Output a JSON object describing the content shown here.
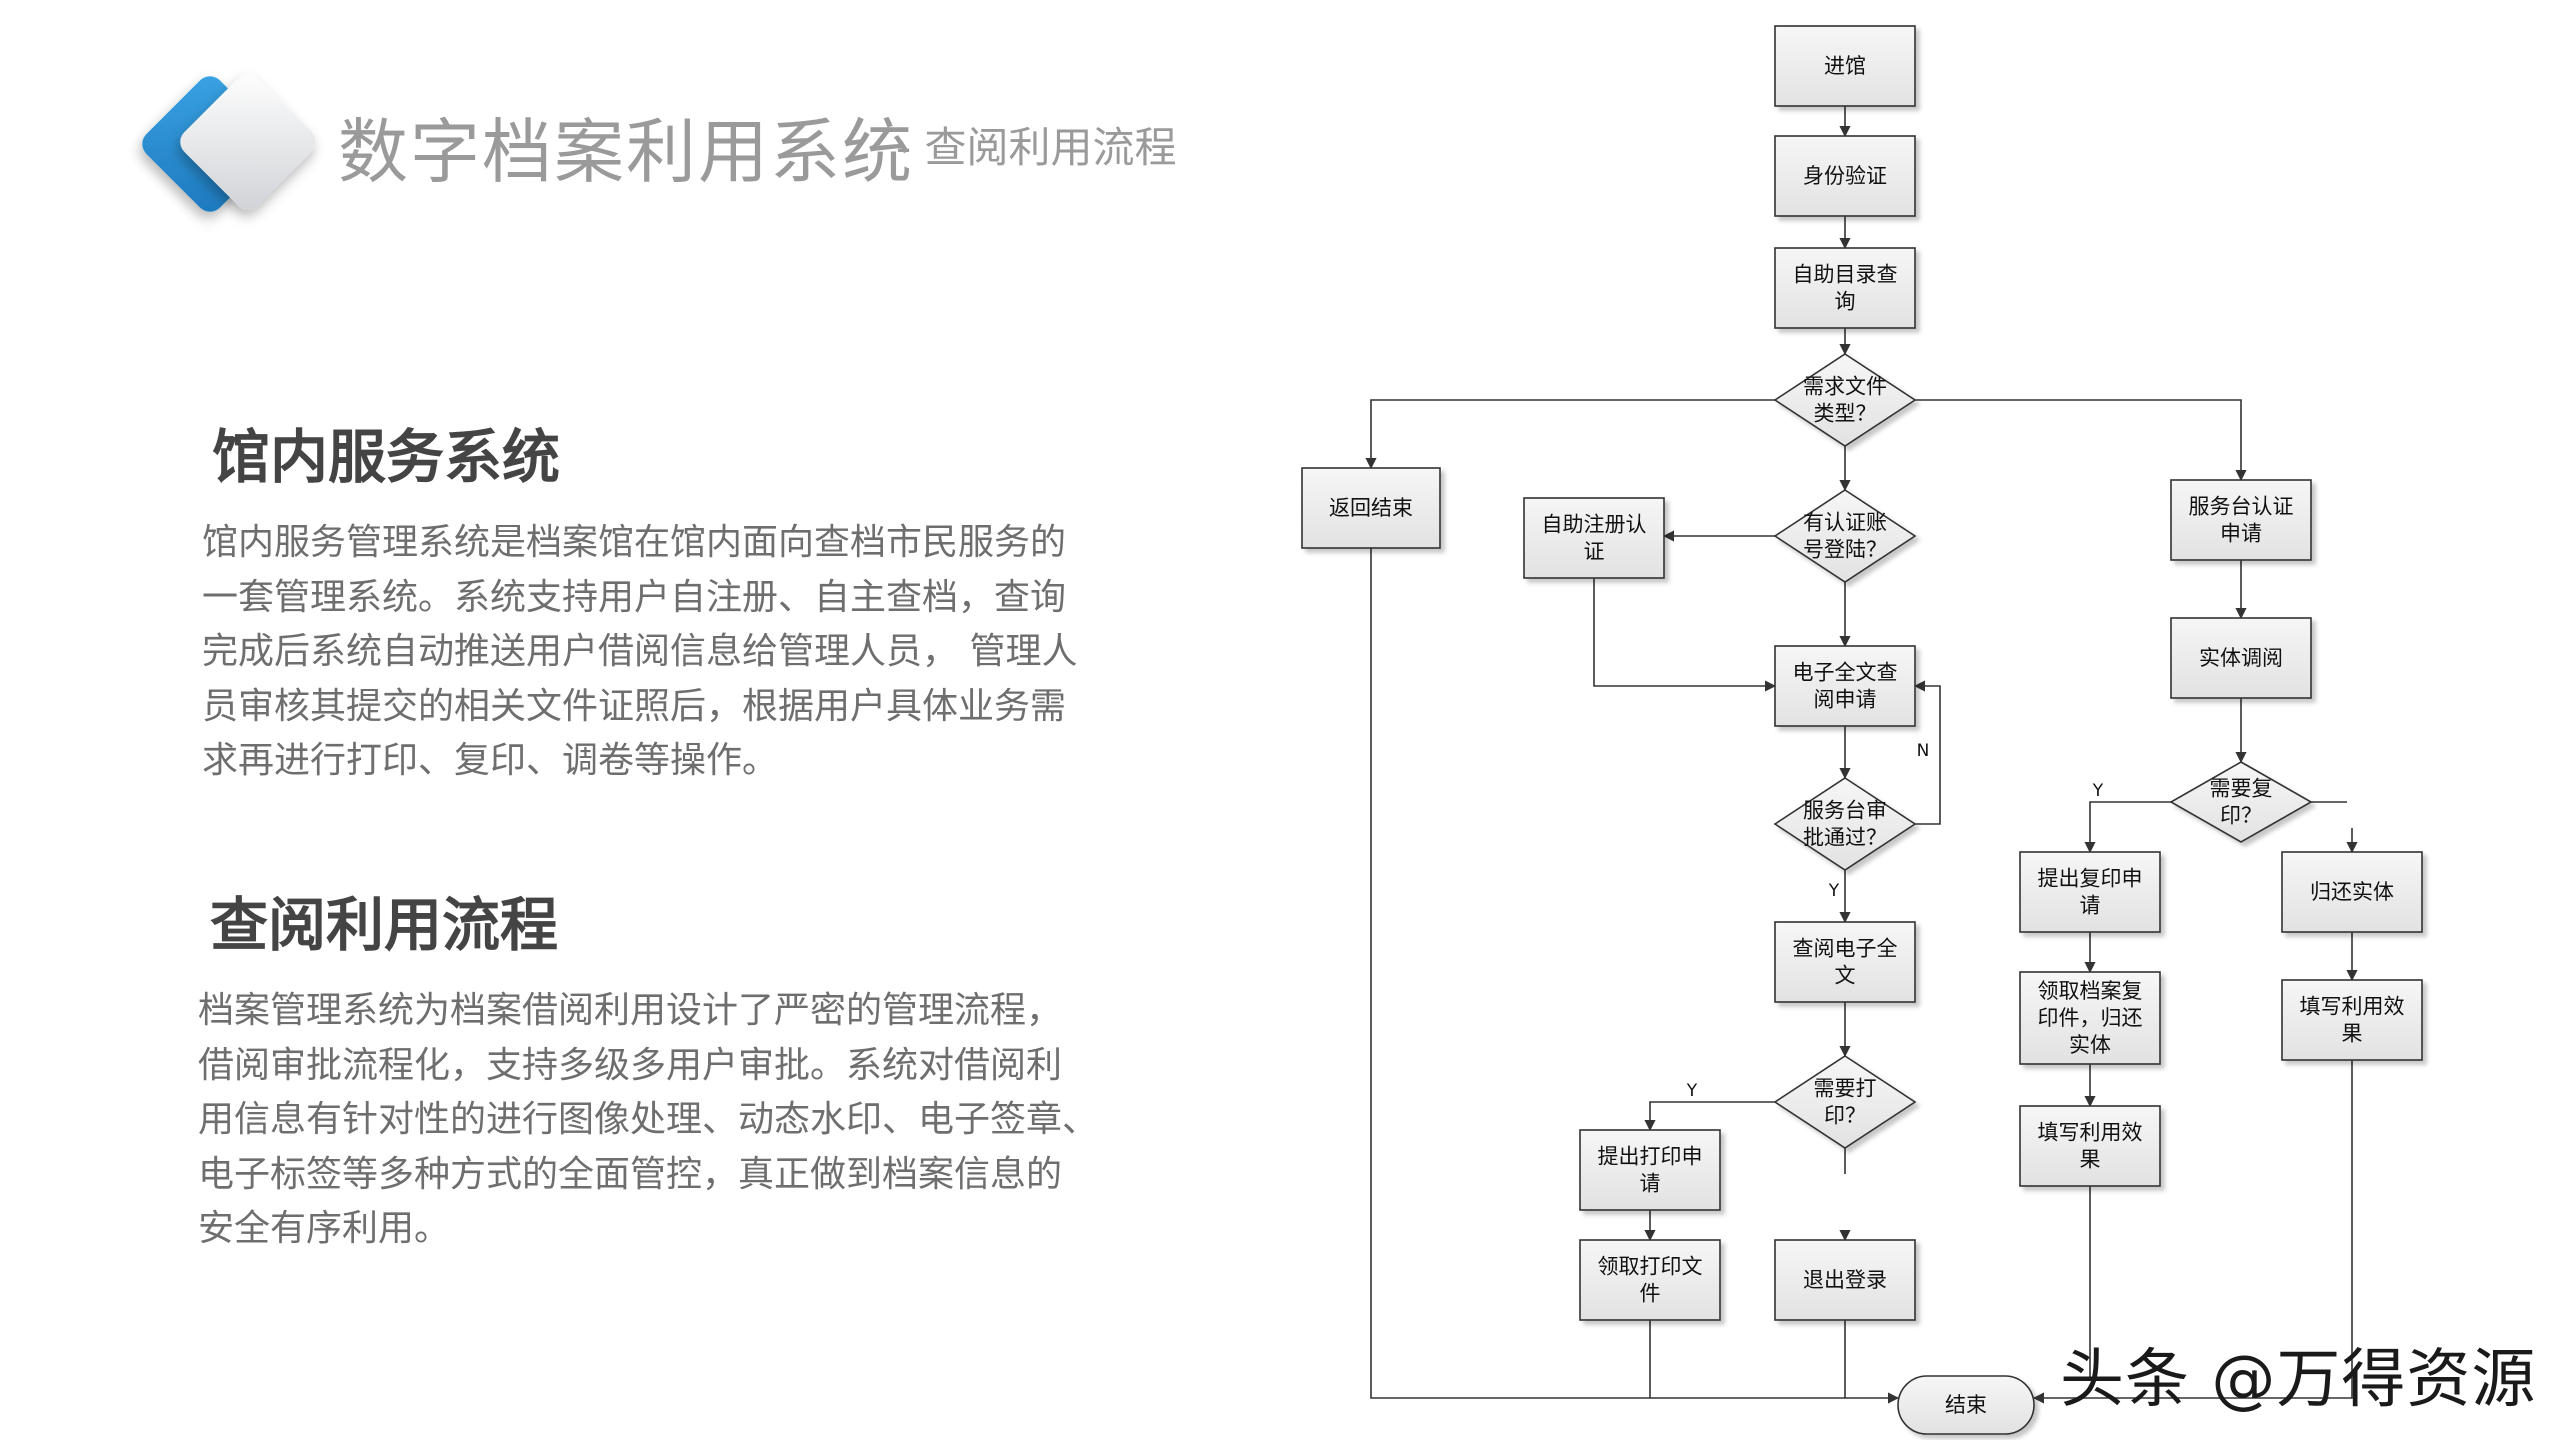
{
  "header": {
    "title": "数字档案利用系统",
    "subtitle": "- 查阅利用流程"
  },
  "sections": [
    {
      "heading": "馆内服务系统",
      "lines": [
        "馆内服务管理系统是档案馆在馆内面向查档市民服务的",
        "一套管理系统。系统支持用户自注册、自主查档，查询",
        "完成后系统自动推送用户借阅信息给管理人员， 管理人",
        "员审核其提交的相关文件证照后，根据用户具体业务需",
        "求再进行打印、复印、调卷等操作。"
      ]
    },
    {
      "heading": "查阅利用流程",
      "lines": [
        "档案管理系统为档案借阅利用设计了严密的管理流程，",
        "借阅审批流程化，支持多级多用户审批。系统对借阅利",
        "用信息有针对性的进行图像处理、动态水印、电子签章、",
        "电子标签等多种方式的全面管控，真正做到档案信息的",
        "安全有序利用。"
      ]
    }
  ],
  "flowchart": {
    "nodes": [
      {
        "id": "enter",
        "shape": "rect",
        "lines": [
          "进馆"
        ]
      },
      {
        "id": "verify",
        "shape": "rect",
        "lines": [
          "身份验证"
        ]
      },
      {
        "id": "self_query",
        "shape": "rect",
        "lines": [
          "自助目录查",
          "询"
        ]
      },
      {
        "id": "doc_type",
        "shape": "diamond",
        "lines": [
          "需求文件",
          "类型？"
        ]
      },
      {
        "id": "return_end",
        "shape": "rect",
        "lines": [
          "返回结束"
        ]
      },
      {
        "id": "has_account",
        "shape": "diamond",
        "lines": [
          "有认证账",
          "号登陆？"
        ]
      },
      {
        "id": "self_register",
        "shape": "rect",
        "lines": [
          "自助注册认",
          "证"
        ]
      },
      {
        "id": "service_cert",
        "shape": "rect",
        "lines": [
          "服务台认证",
          "申请"
        ]
      },
      {
        "id": "e_request",
        "shape": "rect",
        "lines": [
          "电子全文查",
          "阅申请"
        ]
      },
      {
        "id": "approve",
        "shape": "diamond",
        "lines": [
          "服务台审",
          "批通过？"
        ]
      },
      {
        "id": "view_e",
        "shape": "rect",
        "lines": [
          "查阅电子全",
          "文"
        ]
      },
      {
        "id": "need_print",
        "shape": "diamond",
        "lines": [
          "需要打",
          "印？"
        ]
      },
      {
        "id": "submit_print",
        "shape": "rect",
        "lines": [
          "提出打印申",
          "请"
        ]
      },
      {
        "id": "get_print",
        "shape": "rect",
        "lines": [
          "领取打印文",
          "件"
        ]
      },
      {
        "id": "logout",
        "shape": "rect",
        "lines": [
          "退出登录"
        ]
      },
      {
        "id": "physical",
        "shape": "rect",
        "lines": [
          "实体调阅"
        ]
      },
      {
        "id": "need_copy",
        "shape": "diamond",
        "lines": [
          "需要复",
          "印？"
        ]
      },
      {
        "id": "submit_copy",
        "shape": "rect",
        "lines": [
          "提出复印申",
          "请"
        ]
      },
      {
        "id": "get_copy",
        "shape": "rect",
        "lines": [
          "领取档案复",
          "印件，归还",
          "实体"
        ]
      },
      {
        "id": "fill_effect_a",
        "shape": "rect",
        "lines": [
          "填写利用效",
          "果"
        ]
      },
      {
        "id": "return_physical",
        "shape": "rect",
        "lines": [
          "归还实体"
        ]
      },
      {
        "id": "fill_effect_b",
        "shape": "rect",
        "lines": [
          "填写利用效",
          "果"
        ]
      },
      {
        "id": "end",
        "shape": "terminal",
        "lines": [
          "结束"
        ]
      }
    ],
    "edge_labels": {
      "approve_no": "N",
      "approve_yes": "Y",
      "print_yes": "Y",
      "copy_yes": "Y"
    }
  },
  "watermark": "头条 @万得资源",
  "colors": {
    "logo_blue": "#2f8fd2",
    "node_fill": "#ededed",
    "node_stroke": "#333333",
    "title_gray": "#9a9a9a",
    "body_gray": "#6e6e6e"
  }
}
